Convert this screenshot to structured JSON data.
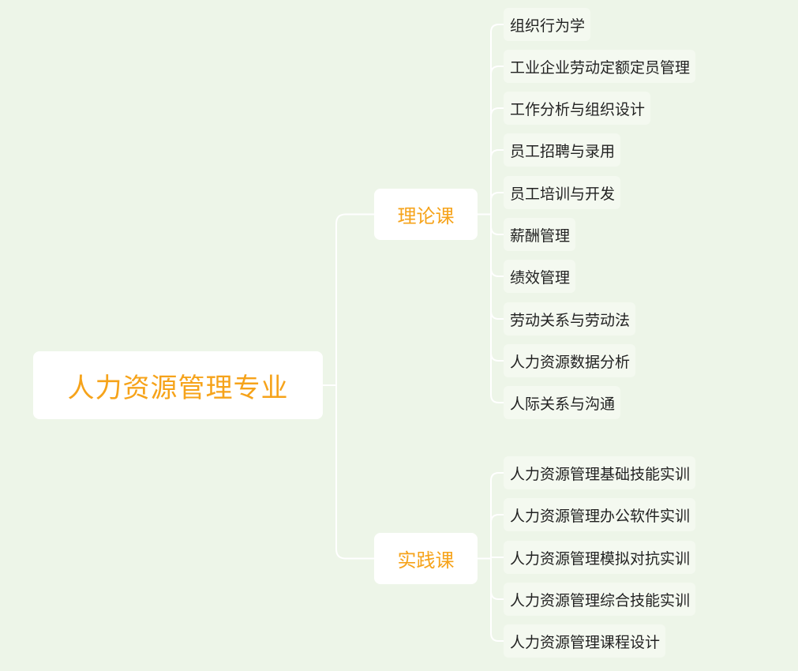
{
  "root": {
    "label": "人力资源管理专业"
  },
  "colors": {
    "background": "#edf5e8",
    "line": "#ffffff",
    "node_fill": "#ffffff",
    "leaf_fill": "#f4f9f0",
    "accent_text": "#f6a31a",
    "leaf_text": "#222222"
  },
  "branches": [
    {
      "label": "理论课",
      "children": [
        "组织行为学",
        "工业企业劳动定额定员管理",
        "工作分析与组织设计",
        "员工招聘与录用",
        "员工培训与开发",
        "薪酬管理",
        "绩效管理",
        "劳动关系与劳动法",
        "人力资源数据分析",
        "人际关系与沟通"
      ]
    },
    {
      "label": "实践课",
      "children": [
        "人力资源管理基础技能实训",
        "人力资源管理办公软件实训",
        "人力资源管理模拟对抗实训",
        "人力资源管理综合技能实训",
        "人力资源管理课程设计"
      ]
    }
  ]
}
